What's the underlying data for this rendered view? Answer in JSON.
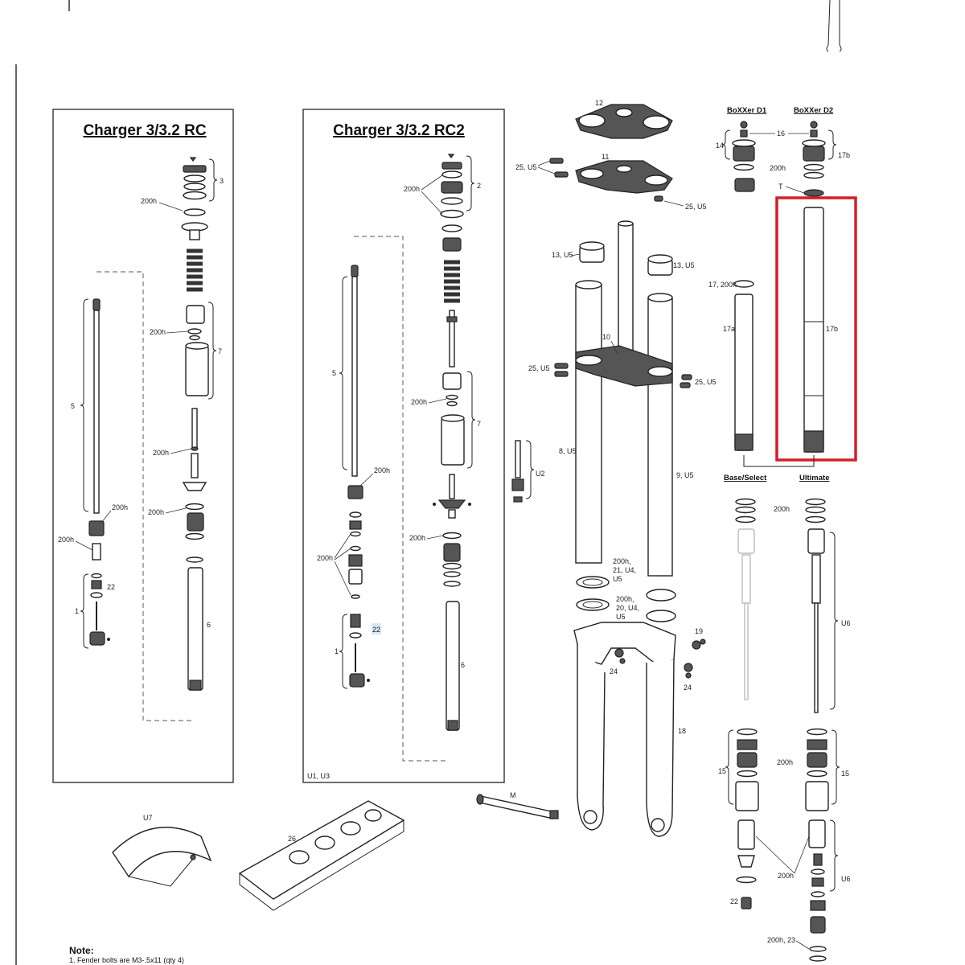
{
  "panels": {
    "rc": {
      "title": "Charger 3/3.2 RC"
    },
    "rc2": {
      "title": "Charger 3/3.2 RC2",
      "footer": "U1, U3"
    }
  },
  "headers": {
    "d1": "BoXXer D1",
    "d2": "BoXXer D2",
    "base": "Base/Select",
    "ultimate": "Ultimate"
  },
  "labels": {
    "rc_3": "3",
    "rc_200h_a": "200h",
    "rc_200h_b": "200h",
    "rc_7": "7",
    "rc_5": "5",
    "rc_200h_c": "200h",
    "rc_200h_d": "200h",
    "rc_200h_e": "200h",
    "rc_200h_f": "200h",
    "rc_22": "22",
    "rc_1": "1",
    "rc_6": "6",
    "rc2_2": "2",
    "rc2_200h_a": "200h",
    "rc2_5": "5",
    "rc2_200h_b": "200h",
    "rc2_7": "7",
    "rc2_200h_c": "200h",
    "rc2_200h_d": "200h",
    "rc2_200h_e": "200h",
    "rc2_22": "22",
    "rc2_1": "1",
    "rc2_6": "6",
    "c_12": "12",
    "c_11": "11",
    "c_25u5_a": "25, U5",
    "c_25u5_b": "25, U5",
    "c_13u5_a": "13, U5",
    "c_13u5_b": "13, U5",
    "c_10": "10",
    "c_25u5_c": "25, U5",
    "c_25u5_d": "25, U5",
    "c_8u5": "8, U5",
    "c_9u5": "9, U5",
    "c_u2": "U2",
    "c_200h21_a": "200h,",
    "c_200h21_b": "21, U4,",
    "c_200h21_c": "U5",
    "c_200h20_a": "200h,",
    "c_200h20_b": "20, U4,",
    "c_200h20_c": "U5",
    "c_19": "19",
    "c_24a": "24",
    "c_24b": "24",
    "c_18": "18",
    "c_m": "M",
    "c_u7": "U7",
    "c_26": "26",
    "r_14": "14",
    "r_16": "16",
    "r_17b_top": "17b",
    "r_200h_top": "200h",
    "r_t": "T",
    "r_17_200h": "17, 200h",
    "r_17a": "17a",
    "r_17b": "17b",
    "r_200h_mid": "200h",
    "r_u6_a": "U6",
    "r_15_l": "15",
    "r_15_r": "15",
    "r_200h_low": "200h",
    "r_200h_bot": "200h",
    "r_u6_b": "U6",
    "r_22": "22",
    "r_200h23": "200h, 23"
  },
  "note": {
    "heading": "Note:",
    "line1": "1. Fender bolts are M3-.5x11 (qty 4)"
  },
  "colors": {
    "highlight": "#d21f26"
  }
}
